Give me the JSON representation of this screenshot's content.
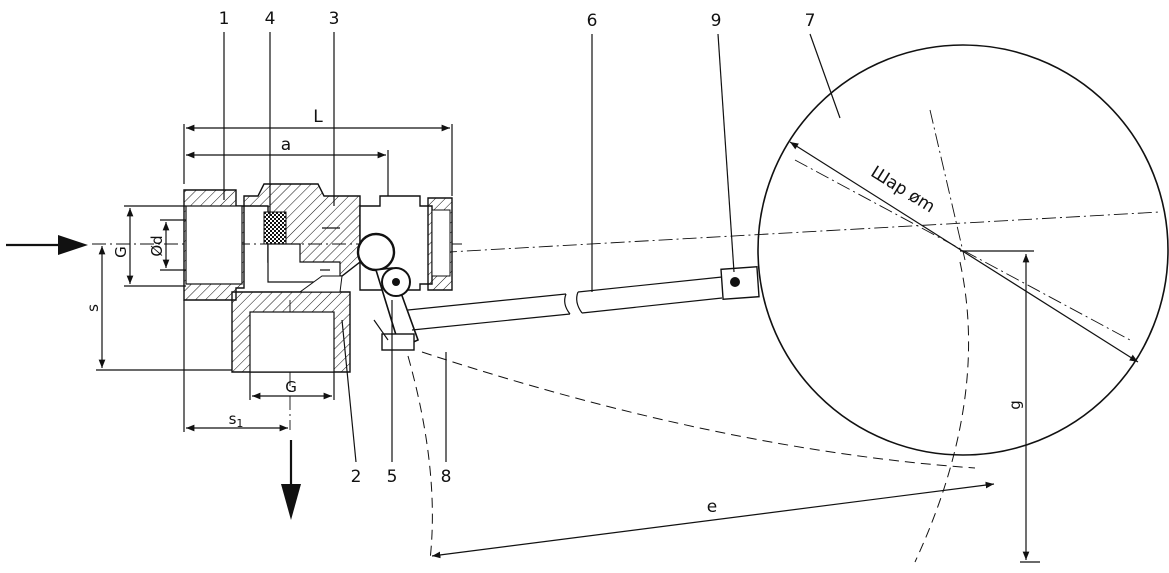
{
  "diagram": {
    "part_numbers": [
      "1",
      "4",
      "3",
      "6",
      "9",
      "7",
      "2",
      "5",
      "8"
    ],
    "dimensions": {
      "L": "L",
      "a": "a",
      "G_top": "G",
      "d": "Ød",
      "s": "s",
      "G_bottom": "G",
      "s1": "s",
      "s1_sub": "1",
      "e": "e",
      "g": "g"
    },
    "ball_label": "Шар øm",
    "colors": {
      "ink": "#111111",
      "background": "#ffffff"
    }
  }
}
